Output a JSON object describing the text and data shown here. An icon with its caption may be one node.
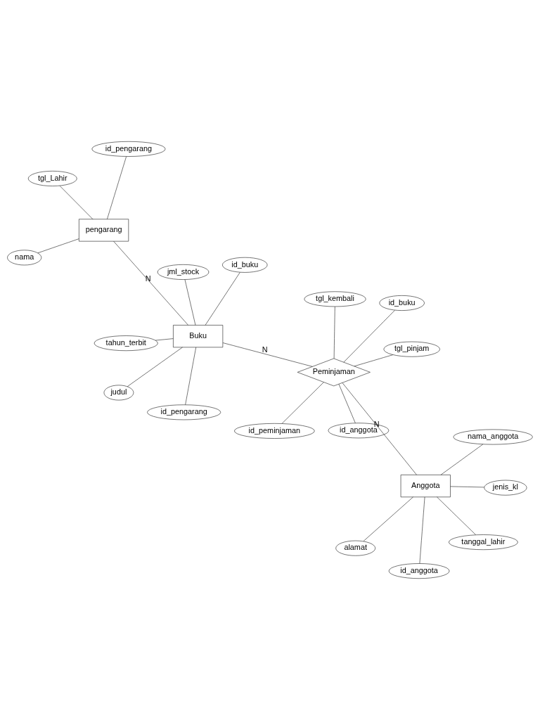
{
  "diagram": {
    "nodes": [
      {
        "text": [
          "id_buku"
        ]
      },
      {
        "text": [
          "judul"
        ]
      },
      {
        "text": [
          "id_pengarang"
        ]
      },
      {
        "text": [
          "id_peminjaman"
        ]
      },
      {
        "text": [
          "tgl_pinjam"
        ]
      },
      {
        "text": [
          "id_anggota"
        ]
      },
      {
        "text": [
          "nama_anggota"
        ]
      },
      {
        "text": [
          "alamat"
        ]
      },
      {
        "text": [
          "tahun_terbit"
        ]
      },
      {
        "text": [
          "tanggal_lahir"
        ]
      },
      {
        "text": [
          "Buku"
        ]
      },
      {
        "text": [
          "Peminjaman"
        ]
      },
      {
        "text": [
          "Anggota"
        ]
      },
      {
        "text": [
          "jenis_kl"
        ]
      },
      {
        "text": [
          "id_anggota"
        ]
      },
      {
        "text": [
          "jml_stock"
        ]
      },
      {
        "text": [
          "id_buku"
        ]
      },
      {
        "text": [
          "tgl_kembali"
        ]
      },
      {
        "text": [
          "id_pengarang"
        ]
      },
      {
        "text": [
          "nama"
        ]
      },
      {
        "text": [
          "tgl_Lahir"
        ]
      },
      {
        "text": [
          "pengarang"
        ]
      }
    ],
    "edges": [
      {
        "from": 0,
        "to": 10,
        "arrow": "none"
      },
      {
        "from": 1,
        "to": 10,
        "arrow": "none"
      },
      {
        "from": 2,
        "to": 10,
        "arrow": "none"
      },
      {
        "from": 8,
        "to": 10,
        "arrow": "none"
      },
      {
        "from": 15,
        "to": 10,
        "arrow": "none"
      },
      {
        "from": 10,
        "to": 11,
        "arrow": "none",
        "label": "N"
      },
      {
        "from": 3,
        "to": 11,
        "arrow": "none"
      },
      {
        "from": 4,
        "to": 11,
        "arrow": "none"
      },
      {
        "from": 14,
        "to": 11,
        "arrow": "none"
      },
      {
        "from": 17,
        "to": 11,
        "arrow": "none"
      },
      {
        "from": 16,
        "to": 11,
        "arrow": "none"
      },
      {
        "from": 11,
        "to": 12,
        "arrow": "none",
        "label": "N"
      },
      {
        "from": 5,
        "to": 12,
        "arrow": "none"
      },
      {
        "from": 6,
        "to": 12,
        "arrow": "none"
      },
      {
        "from": 7,
        "to": 12,
        "arrow": "none"
      },
      {
        "from": 9,
        "to": 12,
        "arrow": "none"
      },
      {
        "from": 13,
        "to": 12,
        "arrow": "none"
      },
      {
        "from": 10,
        "to": 21,
        "arrow": "none",
        "label": "N"
      },
      {
        "from": 18,
        "to": 21,
        "arrow": "none"
      },
      {
        "from": 19,
        "to": 21,
        "arrow": "none"
      },
      {
        "from": 20,
        "to": 21,
        "arrow": "none"
      }
    ]
  }
}
